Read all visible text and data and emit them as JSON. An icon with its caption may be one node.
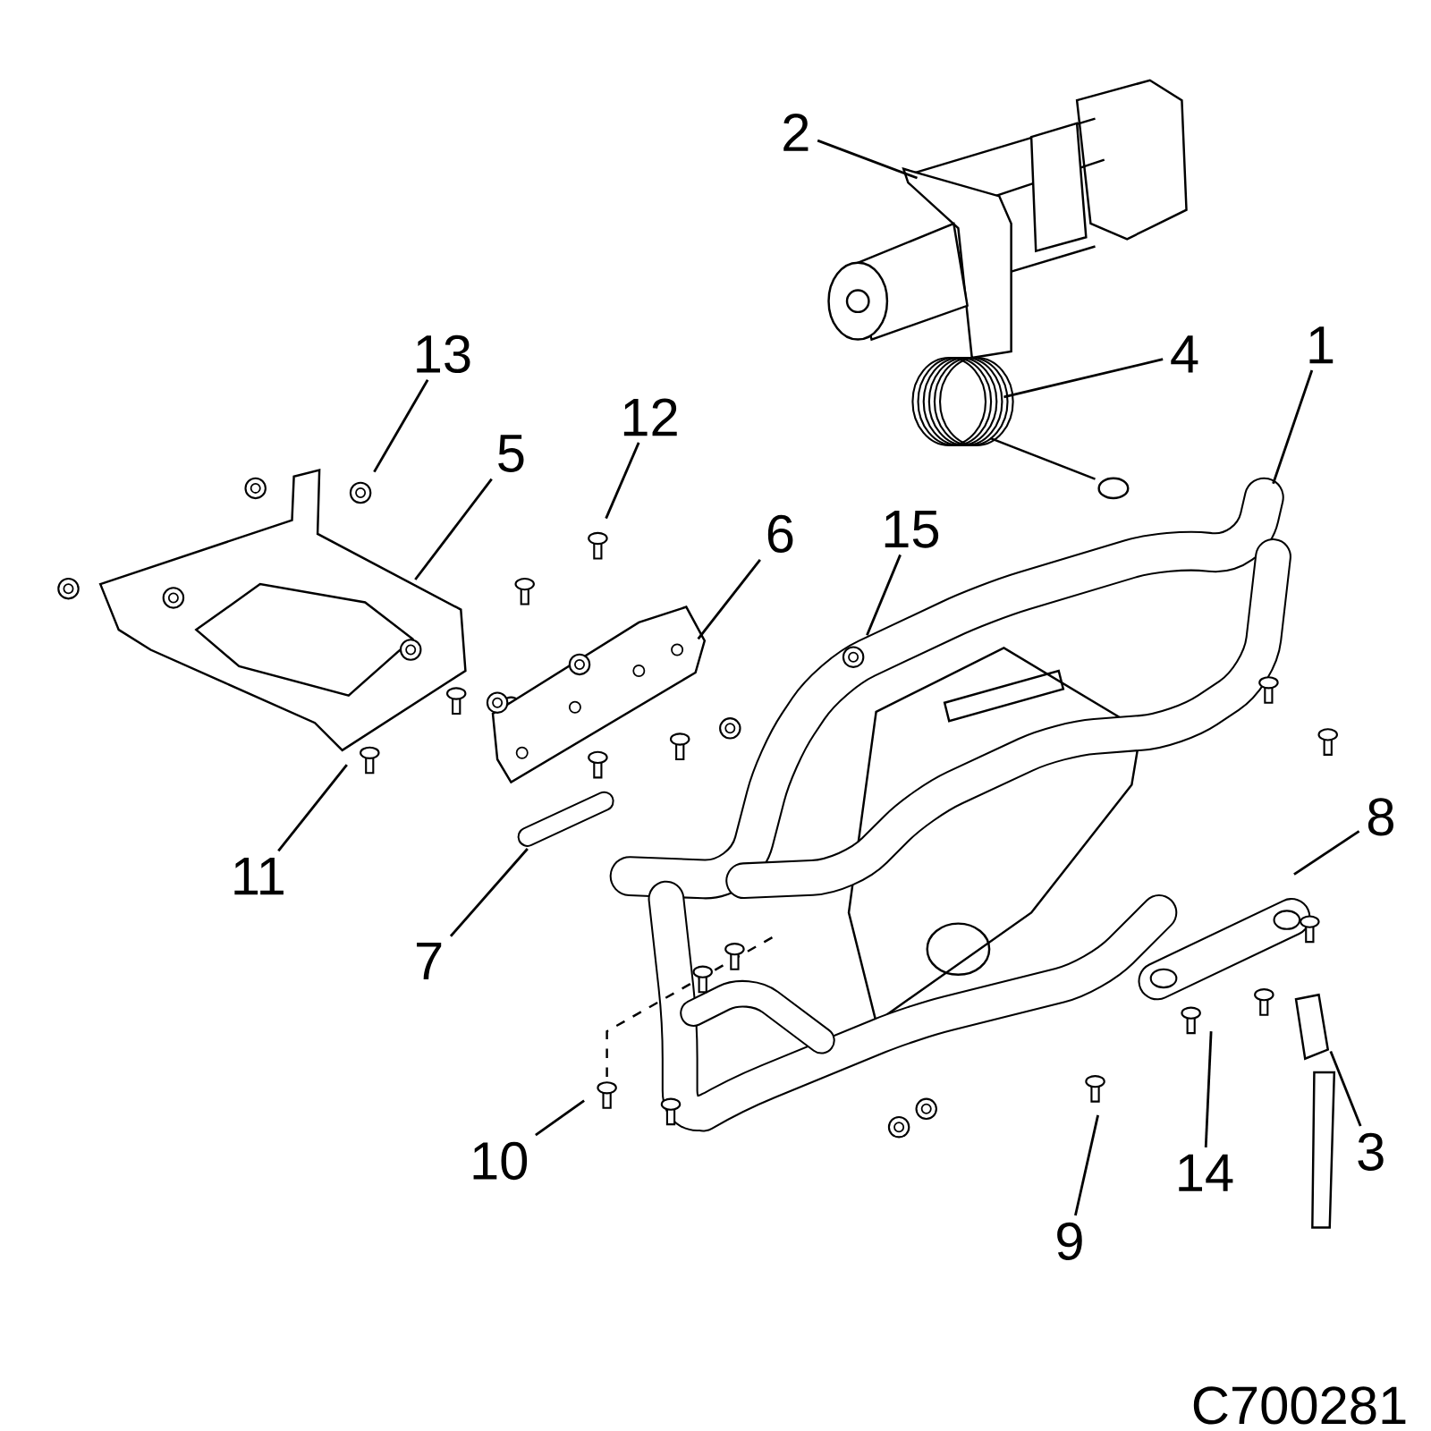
{
  "diagram": {
    "nodes": [
      {
        "text": [
          "1"
        ]
      },
      {
        "text": [
          "2"
        ]
      },
      {
        "text": [
          "3"
        ]
      },
      {
        "text": [
          "4"
        ]
      },
      {
        "text": [
          "5"
        ]
      },
      {
        "text": [
          "6"
        ]
      },
      {
        "text": [
          "7"
        ]
      },
      {
        "text": [
          "8"
        ]
      },
      {
        "text": [
          "9"
        ]
      },
      {
        "text": [
          "10"
        ]
      },
      {
        "text": [
          "11"
        ]
      },
      {
        "text": [
          "12"
        ]
      },
      {
        "text": [
          "13"
        ]
      },
      {
        "text": [
          "14"
        ]
      },
      {
        "text": [
          "15"
        ]
      }
    ],
    "edges": [
      {
        "from": 0,
        "to": null,
        "arrow": "none"
      },
      {
        "from": 1,
        "to": null,
        "arrow": "none"
      },
      {
        "from": 2,
        "to": null,
        "arrow": "none"
      },
      {
        "from": 3,
        "to": null,
        "arrow": "none"
      },
      {
        "from": 4,
        "to": null,
        "arrow": "none"
      },
      {
        "from": 5,
        "to": null,
        "arrow": "none"
      },
      {
        "from": 6,
        "to": null,
        "arrow": "none"
      },
      {
        "from": 7,
        "to": null,
        "arrow": "none"
      },
      {
        "from": 8,
        "to": null,
        "arrow": "none"
      },
      {
        "from": 9,
        "to": null,
        "arrow": "none"
      },
      {
        "from": 10,
        "to": null,
        "arrow": "none"
      },
      {
        "from": 11,
        "to": null,
        "arrow": "none"
      },
      {
        "from": 12,
        "to": null,
        "arrow": "none"
      },
      {
        "from": 13,
        "to": null,
        "arrow": "none"
      },
      {
        "from": 14,
        "to": null,
        "arrow": "none"
      }
    ],
    "labels": [
      "C700281"
    ]
  }
}
